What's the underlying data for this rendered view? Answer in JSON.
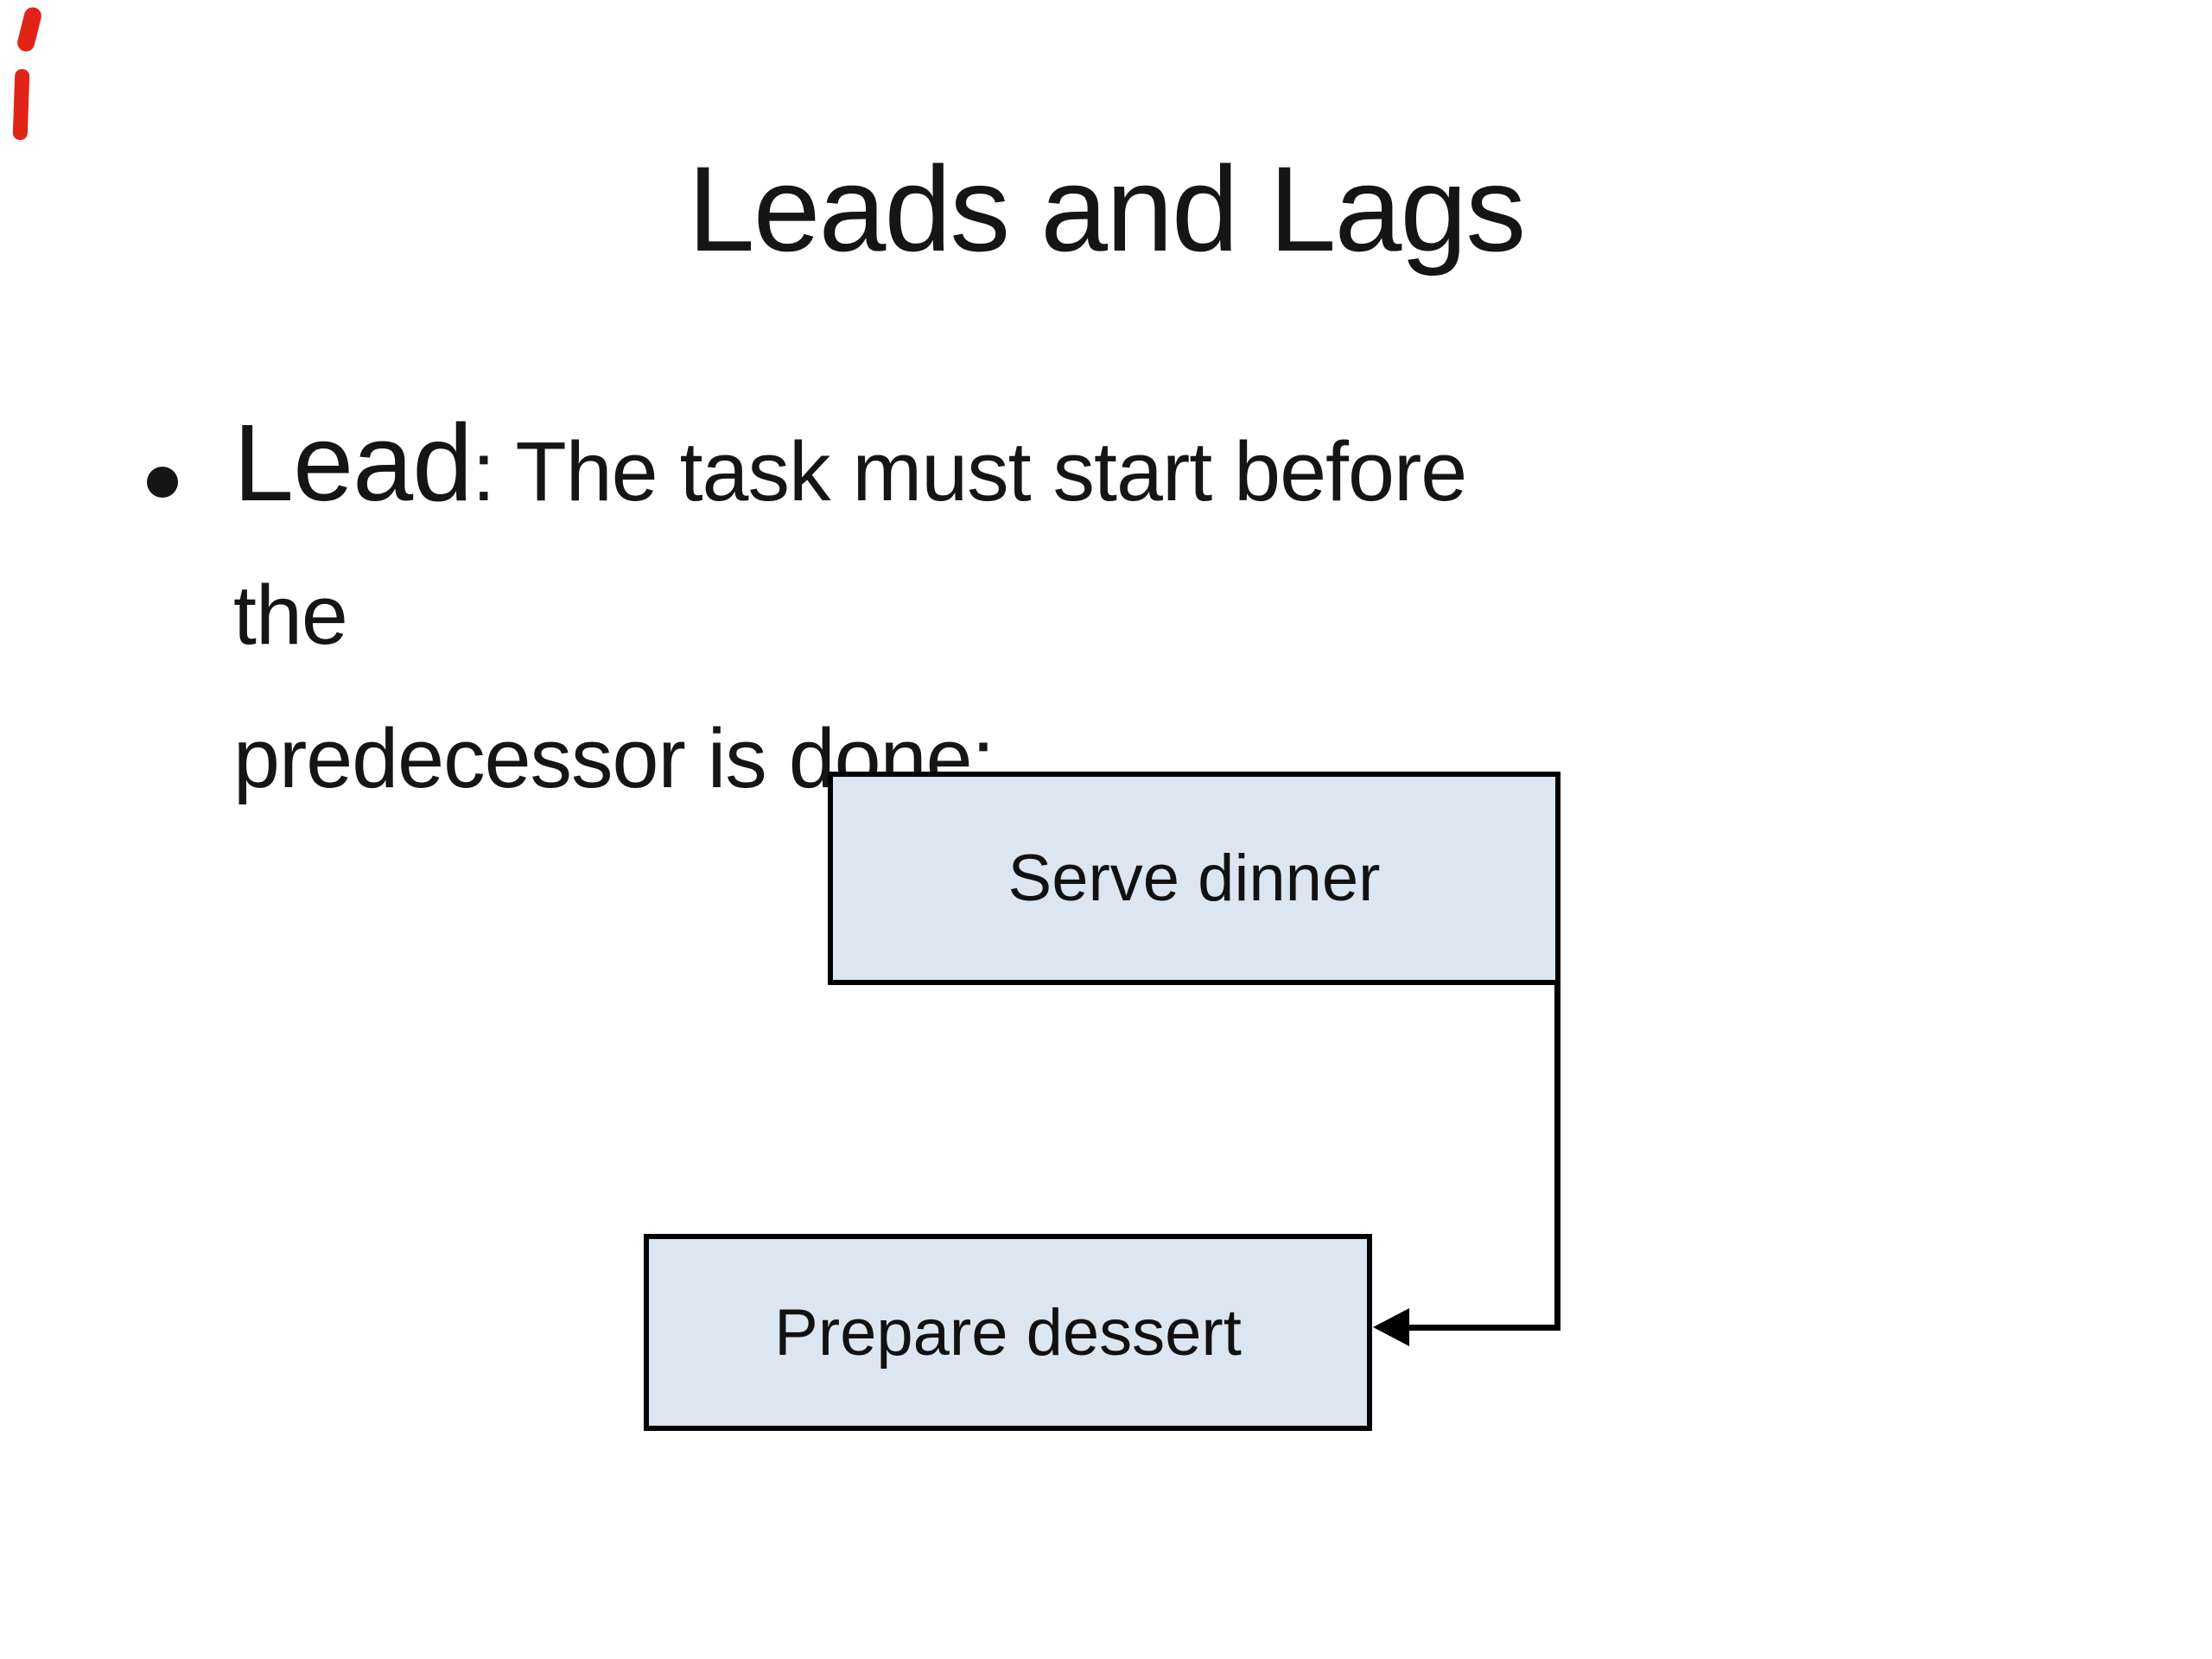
{
  "slide": {
    "title": "Leads and Lags",
    "bullet": {
      "marker": "•",
      "term": "Lead",
      "colon": ":",
      "line1_rest": "The task must start before the",
      "line2": "predecessor is done:"
    },
    "diagram": {
      "predecessor_box_label": "Serve dinner",
      "successor_box_label": "Prepare dessert"
    },
    "colors": {
      "background": "#ffffff",
      "text": "#151515",
      "box_fill": "#dce6f1",
      "box_border": "#000000",
      "connector": "#000000",
      "annotation_red": "#e02418"
    }
  }
}
